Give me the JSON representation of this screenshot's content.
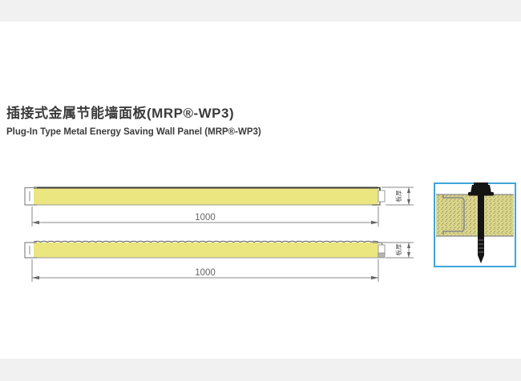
{
  "header": {
    "title_zh": "插接式金属节能墙面板(MRP®-WP3)",
    "title_en": "Plug-In Type Metal Energy Saving Wall Panel (MRP®-WP3)"
  },
  "drawing": {
    "panel_top": {
      "width_label": "1000",
      "thickness_label": "板厚"
    },
    "panel_bottom": {
      "width_label": "1000",
      "thickness_label": "板厚"
    }
  },
  "colors": {
    "panel_fill": "#EBE680",
    "panel_top_edge": "#3A3A3A",
    "line_gray": "#8A8A8A",
    "dim_text": "#666666",
    "detail_border_blue": "#3EA6DA",
    "detail_panel_fill": "#DBD68E",
    "screw_black": "#141414",
    "edge_band_gray": "#F1F1F1"
  }
}
